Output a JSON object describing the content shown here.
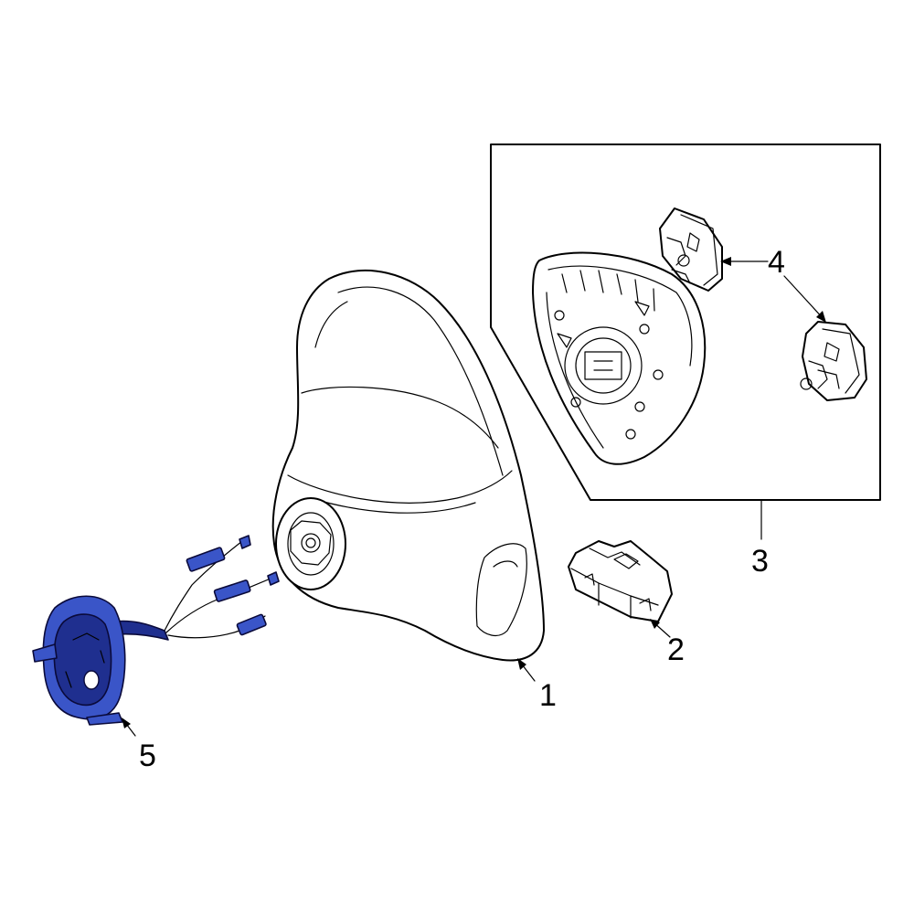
{
  "diagram": {
    "colors": {
      "line": "#000000",
      "background": "#ffffff",
      "highlight": "#3a55c8",
      "highlight_dark": "#1f2f8f"
    },
    "callouts": [
      {
        "id": "1",
        "label": "1",
        "part": "steering-wheel"
      },
      {
        "id": "2",
        "label": "2",
        "part": "control-module"
      },
      {
        "id": "3",
        "label": "3",
        "part": "airbag-assembly-inset"
      },
      {
        "id": "4",
        "label": "4",
        "part": "airbag-connectors"
      },
      {
        "id": "5",
        "label": "5",
        "part": "clock-spring"
      }
    ],
    "highlighted_part": "5"
  }
}
